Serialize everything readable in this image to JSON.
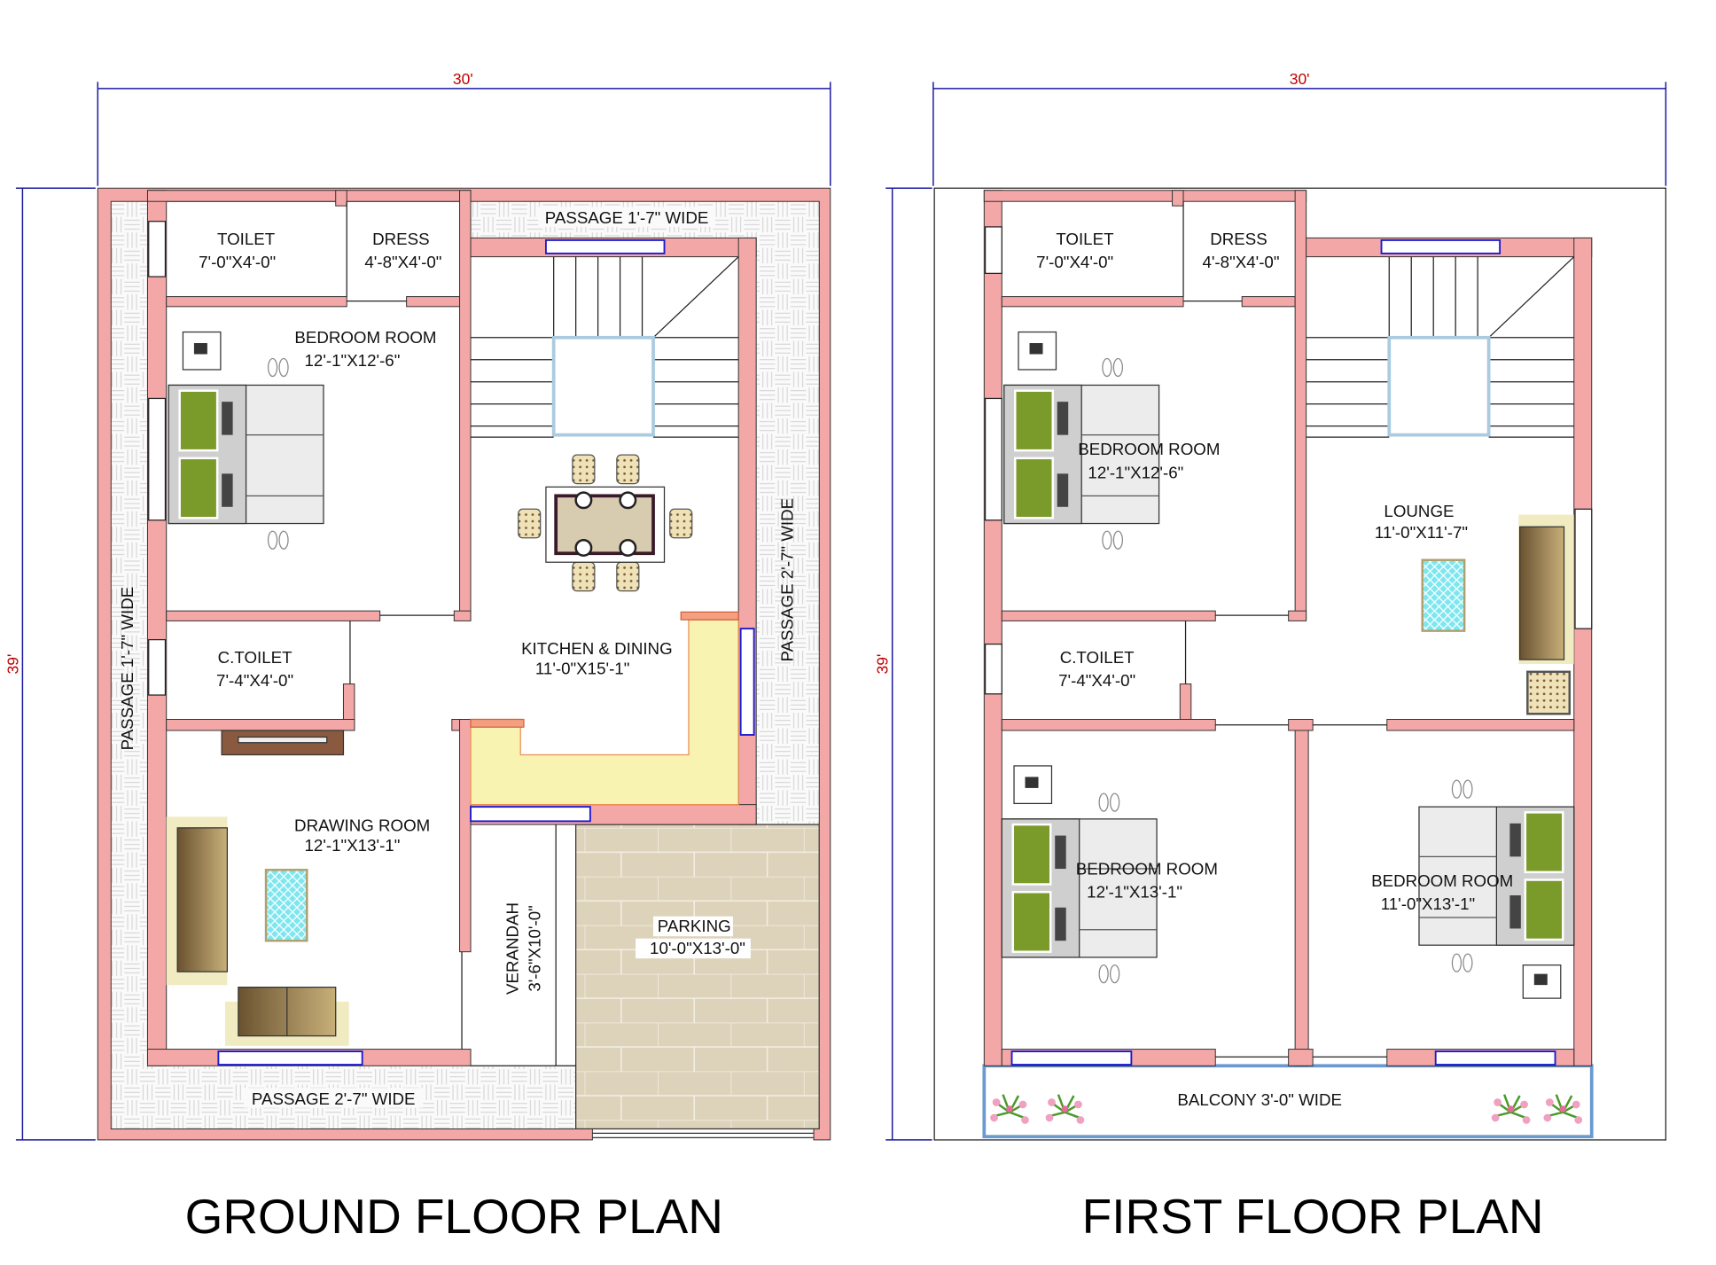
{
  "ground_floor": {
    "title": "GROUND FLOOR PLAN",
    "dim_width": "30'",
    "dim_height": "39'",
    "rooms": {
      "toilet": {
        "name": "TOILET",
        "size": "7'-0\"X4'-0\""
      },
      "dress": {
        "name": "DRESS",
        "size": "4'-8\"X4'-0\""
      },
      "bedroom": {
        "name": "BEDROOM ROOM",
        "size": "12'-1\"X12'-6\""
      },
      "c_toilet": {
        "name": "C.TOILET",
        "size": "7'-4\"X4'-0\""
      },
      "drawing": {
        "name": "DRAWING ROOM",
        "size": "12'-1\"X13'-1\""
      },
      "kitchen": {
        "name": "KITCHEN & DINING",
        "size": "11'-0\"X15'-1\""
      },
      "verandah": {
        "name": "VERANDAH",
        "size": "3'-6\"X10'-0\""
      },
      "parking": {
        "name": "PARKING",
        "size": "10'-0\"X13'-0\""
      }
    },
    "passages": {
      "top": "PASSAGE 1'-7\" WIDE",
      "left": "PASSAGE 1'-7\" WIDE",
      "right": "PASSAGE 2'-7\" WIDE",
      "bottom": "PASSAGE 2'-7\" WIDE"
    }
  },
  "first_floor": {
    "title": "FIRST FLOOR PLAN",
    "dim_width": "30'",
    "dim_height": "39'",
    "rooms": {
      "toilet": {
        "name": "TOILET",
        "size": "7'-0\"X4'-0\""
      },
      "dress": {
        "name": "DRESS",
        "size": "4'-8\"X4'-0\""
      },
      "bedroom1": {
        "name": "BEDROOM ROOM",
        "size": "12'-1\"X12'-6\""
      },
      "lounge": {
        "name": "LOUNGE",
        "size": "11'-0\"X11'-7\""
      },
      "c_toilet": {
        "name": "C.TOILET",
        "size": "7'-4\"X4'-0\""
      },
      "bedroom2": {
        "name": "BEDROOM ROOM",
        "size": "12'-1\"X13'-1\""
      },
      "bedroom3": {
        "name": "BEDROOM ROOM",
        "size": "11'-0\"X13'-1\""
      },
      "balcony": {
        "name": "BALCONY 3'-0\" WIDE"
      }
    }
  },
  "colors": {
    "wall": "#f4a7a7",
    "window": "#1a1ad0",
    "dimension": "#c00000",
    "parking": "#ddd3bb",
    "counter": "#f8f3b0",
    "pillow": "#7a9a2a"
  }
}
